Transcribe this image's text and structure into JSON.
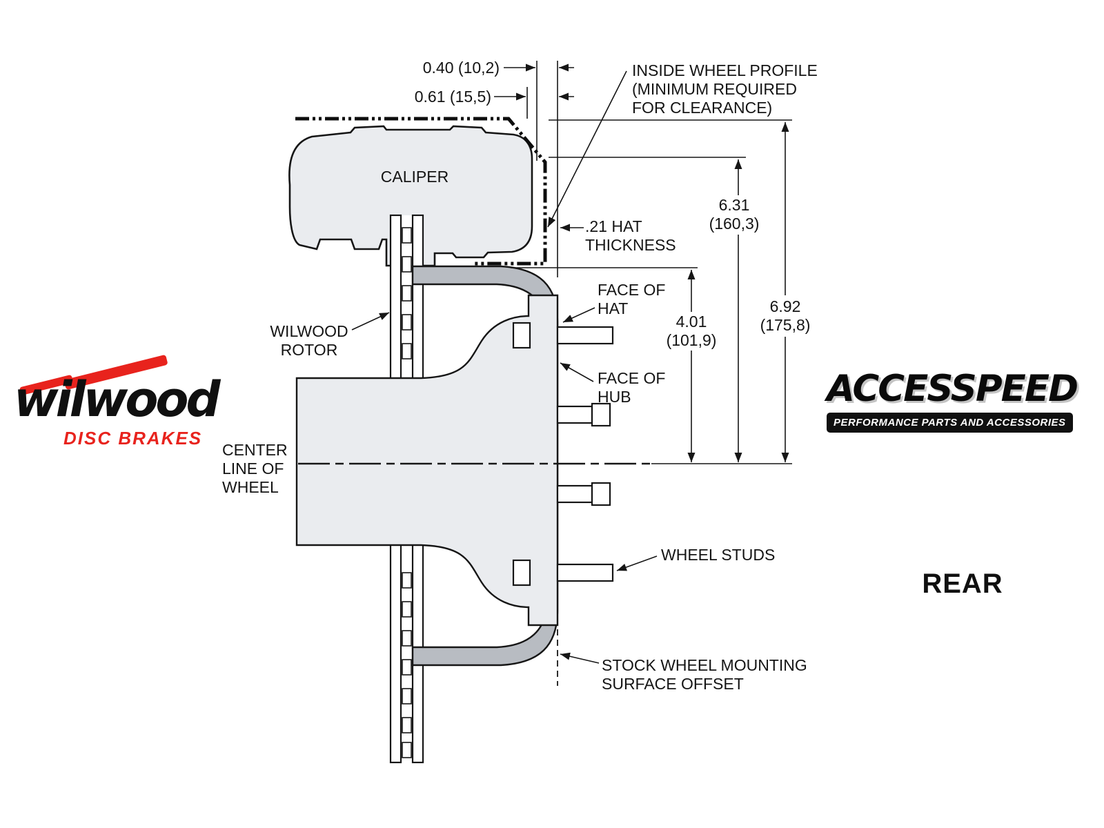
{
  "colors": {
    "brand_red": "#e8231d",
    "part_fill": "#eaecef",
    "hat_fill": "#b8bcc2",
    "line": "#161616"
  },
  "logos": {
    "wilwood": {
      "wordmark": "wilwood",
      "tagline": "DISC BRAKES"
    },
    "accesspeed": {
      "wordmark": "ACCESSPEED",
      "tagline": "PERFORMANCE PARTS AND ACCESSORIES"
    },
    "rear": "REAR"
  },
  "diagram": {
    "caliper": "CALIPER",
    "dims": {
      "offset_040": "0.40 (10,2)",
      "offset_061": "0.61 (15,5)",
      "hat_631_in": "6.31",
      "hat_631_mm": "(160,3)",
      "total_692_in": "6.92",
      "total_692_mm": "(175,8)",
      "hub_401_in": "4.01",
      "hub_401_mm": "(101,9)"
    },
    "labels": {
      "profile_1": "INSIDE WHEEL PROFILE",
      "profile_2": "(MINIMUM REQUIRED",
      "profile_3": "FOR CLEARANCE)",
      "hat_thick_1": ".21 HAT",
      "hat_thick_2": "THICKNESS",
      "face_hat_1": "FACE OF",
      "face_hat_2": "HAT",
      "face_hub_1": "FACE OF",
      "face_hub_2": "HUB",
      "rotor_1": "WILWOOD",
      "rotor_2": "ROTOR",
      "centerline_1": "CENTER",
      "centerline_2": "LINE OF",
      "centerline_3": "WHEEL",
      "studs": "WHEEL STUDS",
      "mount_1": "STOCK WHEEL MOUNTING",
      "mount_2": "SURFACE OFFSET"
    }
  }
}
